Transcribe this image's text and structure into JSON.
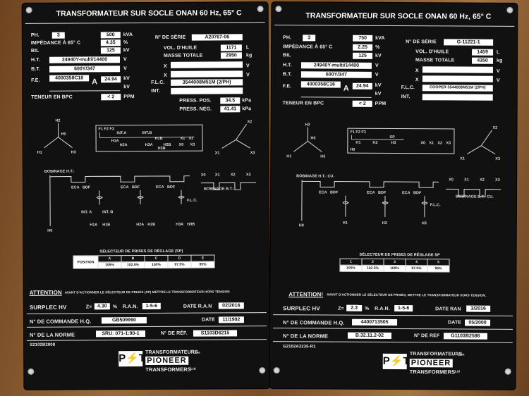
{
  "left": {
    "title": "TRANSFORMATEUR SUR SOCLE ONAN 60 Hz, 65° C",
    "ph_label": "PH.",
    "ph_value": "3",
    "kva_value": "500",
    "kva_unit": "kVA",
    "imped_label": "IMPÉDANCE À 65° C",
    "imped_value": "4.35",
    "imped_unit": "%",
    "bil_label": "BIL",
    "bil_value": "125",
    "bil_unit": "kV",
    "ht_label": "H.T.",
    "ht_value": "24940Y-multi/14400",
    "ht_unit": "V",
    "bt_label": "B.T.",
    "bt_value": "600Y/347",
    "bt_unit": "V",
    "fe_label": "F.E.",
    "fe_value": "4000358C18",
    "fe_mid": "A",
    "fe_kv": "24.94",
    "fe_unit": "kV",
    "fe_extra_unit": "kV",
    "teneur_label": "TENEUR EN BPC",
    "teneur_value": "< 2",
    "teneur_unit": "PPM",
    "serie_label": "N° DE SÉRIE",
    "serie_value": "A20767-06",
    "vol_label": "VOL. D'HUILE",
    "vol_value": "1171",
    "vol_unit": "L",
    "masse_label": "MASSE TOTALE",
    "masse_value": "2950",
    "masse_unit": "kg",
    "x_label": "X",
    "x_unit": "V",
    "x2_label": "X",
    "x2_unit": "V",
    "flc_label": "F.L.C.",
    "flc_value": "3544008M51M (2/PH)",
    "int_label": "INT.",
    "press_pos_label": "PRESS. POS.",
    "press_pos_value": "34.5",
    "press_pos_unit": "kPa",
    "press_neg_label": "PRESS. NEG.",
    "press_neg_value": "41.41",
    "press_neg_unit": "kPa",
    "wye_h": [
      "H1",
      "H2",
      "H3"
    ],
    "wye_x": [
      "X1",
      "X2",
      "X3"
    ],
    "diag_labels": [
      "F1",
      "F2",
      "F3",
      "INT.A",
      "INT.B",
      "H1B",
      "X1",
      "X2",
      "H1A",
      "H2A",
      "H3A",
      "H2B",
      "H3B",
      "X0",
      "X3"
    ],
    "bob_ht": "BOBINAGE H.T.:",
    "bob_bt": "BOBINAGE B.T.:",
    "sch_labels": [
      "ECA",
      "BDF",
      "ECA",
      "BDF",
      "ECA",
      "BDF",
      "X0",
      "X1",
      "X2",
      "X3",
      "F.L.C.",
      "INT. A",
      "INT. B",
      "H1A",
      "H1B",
      "H2A",
      "H2B",
      "H3A",
      "H3B",
      "H0"
    ],
    "sel_title": "SÉLECTEUR DE PRISES DE RÉGLAGE (SP)",
    "sel_pos_label": "POSITION",
    "sel_positions": [
      "A",
      "B",
      "C",
      "D",
      "E"
    ],
    "sel_values": [
      "105%",
      "102.5%",
      "100%",
      "97.5%",
      "95%"
    ],
    "attention_label": "ATTENTION",
    "attention_text": "AVANT D'ACTIONNER LE SÉLECTEUR DE PRISES (SP) METTRE LE TRANSFORMATEUR HORS TENSION",
    "surplec_label": "SURPLEC HV",
    "z_label": "Z=",
    "z_value": "4.30",
    "z_unit": "%",
    "ran_label": "R.A.N.",
    "ran_value": "1-5-6",
    "date_ran_label": "DATE R.A.N",
    "date_ran_value": "02/2016",
    "cmd_label": "N° DE COMMANDE H.Q.",
    "cmd_value": "GB509990",
    "date_label": "DATE",
    "date_value": "11/1992",
    "norme_label": "N° DE LA NORME",
    "norme_value": "SRU: 071-1:90-1",
    "ref_label": "N° DE RÉF.",
    "ref_value": "S1103D6215",
    "bottom_code": "S2102B2808",
    "logo_mark": "P⚡T",
    "logo_line1": "TRANSFORMATEURS",
    "logo_ltee": "Ltée",
    "logo_line2": "PIONEER",
    "logo_line3": "TRANSFORMERS",
    "logo_ltd": "Ltd"
  },
  "right": {
    "title": "TRANSFORMATEUR SUR SOCLE ONAN 60 Hz, 65° C",
    "ph_label": "PH.",
    "ph_value": "3",
    "kva_value": "750",
    "kva_unit": "kVA",
    "imped_label": "IMPÉDANCE À 65° C",
    "imped_value": "2.25",
    "imped_unit": "%",
    "bil_label": "BIL",
    "bil_value": "125",
    "bil_unit": "kV",
    "ht_label": "H.T.",
    "ht_value": "24940Y-multi/14400",
    "ht_unit": "V",
    "bt_label": "B.T.",
    "bt_value": "600Y/347",
    "bt_unit": "V",
    "fe_label": "F.E.",
    "fe_value": "4000358C16",
    "fe_mid": "A",
    "fe_kv": "24.94",
    "fe_unit": "kV",
    "fe_extra_unit": "kV",
    "teneur_label": "TENEUR EN BPC",
    "teneur_value": "< 2",
    "teneur_unit": "PPM",
    "serie_label": "N° DE SÉRIE",
    "serie_value": "G-11221-1",
    "vol_label": "VOL. D'HUILE",
    "vol_value": "1459",
    "vol_unit": "L",
    "masse_label": "MASSE TOTALE",
    "masse_value": "4350",
    "masse_unit": "kg",
    "x_label": "X",
    "x_unit": "V",
    "x2_label": "X",
    "x2_unit": "V",
    "flc_label": "F.L.C.",
    "flc_value": "COOPER 3544008M51M (2/PH)",
    "int_label": "INT.",
    "wye_h": [
      "H1",
      "H2",
      "H3"
    ],
    "wye_x": [
      "X1",
      "X2",
      "X3"
    ],
    "diag_labels": [
      "F1 F2 F3",
      "SP",
      "H1",
      "H2",
      "H3",
      "H0",
      "X0",
      "X1",
      "X2",
      "X3"
    ],
    "bob_ht": "BOBINAGE H.T.: CU.",
    "bob_bt": "BOBINAGE B.T.: CU.",
    "sch_labels": [
      "ECA",
      "BDF",
      "ECA",
      "BDF",
      "ECA",
      "BDF",
      "X0",
      "X1",
      "X2",
      "X3",
      "F.L.C.",
      "H0",
      "H1",
      "H2",
      "H3"
    ],
    "sel_title": "SÉLECTEUR DE PRISES DE RÉGLAGE SP",
    "sel_positions": [
      "1",
      "2",
      "3",
      "4",
      "5"
    ],
    "sel_values": [
      "105%",
      "102.5%",
      "100%",
      "97.5%",
      "95%"
    ],
    "attention_label": "ATTENTION!",
    "attention_text": "AVANT D'ACTIONNER LE SÉLECTEUR DE PRISES, METTRE LE TRANSFORMATEUR HORS TENSION.",
    "surplec_label": "SURPLEC HV",
    "z_label": "Z=",
    "z_value": "2.3",
    "z_unit": "%",
    "ran_label": "R.A.N.",
    "ran_value": "1-5-6",
    "date_ran_label": "DATE RAN",
    "date_ran_value": "3/2016",
    "cmd_label": "N° DE COMMANDE H.Q.",
    "cmd_value": "4400713505",
    "date_label": "DATE",
    "date_value": "05/2000",
    "norme_label": "N° DE LA NORME",
    "norme_value": "B.32.11.2-02",
    "ref_label": "N° DE REF",
    "ref_value": "G1103B2586",
    "bottom_code": "G2102A2235-R1",
    "logo_mark": "P⚡T",
    "logo_line1": "TRANSFORMATEURS",
    "logo_ltee": "Ltée",
    "logo_line2": "PIONEER",
    "logo_line3": "TRANSFORMERS",
    "logo_ltd": "Ltd"
  }
}
